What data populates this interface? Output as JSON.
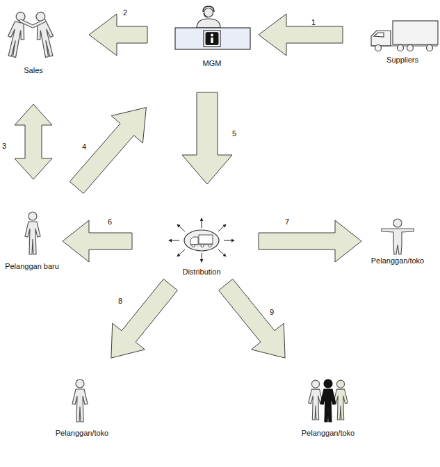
{
  "diagram": {
    "nodes": [
      {
        "text": [
          "Sales"
        ]
      },
      {
        "text": [
          "MGM"
        ]
      },
      {
        "text": [
          "Suppliers"
        ]
      },
      {
        "text": [
          "Pelanggan baru"
        ]
      },
      {
        "text": [
          "Distribution"
        ]
      },
      {
        "text": [
          "Pelanggan/toko"
        ]
      },
      {
        "text": [
          "Pelanggan/toko"
        ]
      },
      {
        "text": [
          "Pelanggan/toko"
        ]
      }
    ],
    "edges": [
      {
        "from": 2,
        "to": 1,
        "arrow": "to",
        "label": "1"
      },
      {
        "from": 1,
        "to": 0,
        "arrow": "to",
        "label": "2"
      },
      {
        "from": 0,
        "to": 3,
        "arrow": "both",
        "label": "3"
      },
      {
        "from": 3,
        "to": 1,
        "arrow": "to",
        "label": "4"
      },
      {
        "from": 1,
        "to": 4,
        "arrow": "to",
        "label": "5"
      },
      {
        "from": 4,
        "to": 3,
        "arrow": "to",
        "label": "6"
      },
      {
        "from": 4,
        "to": 5,
        "arrow": "to",
        "label": "7"
      },
      {
        "from": 4,
        "to": 6,
        "arrow": "to",
        "label": "8"
      },
      {
        "from": 4,
        "to": 7,
        "arrow": "to",
        "label": "9"
      }
    ]
  }
}
